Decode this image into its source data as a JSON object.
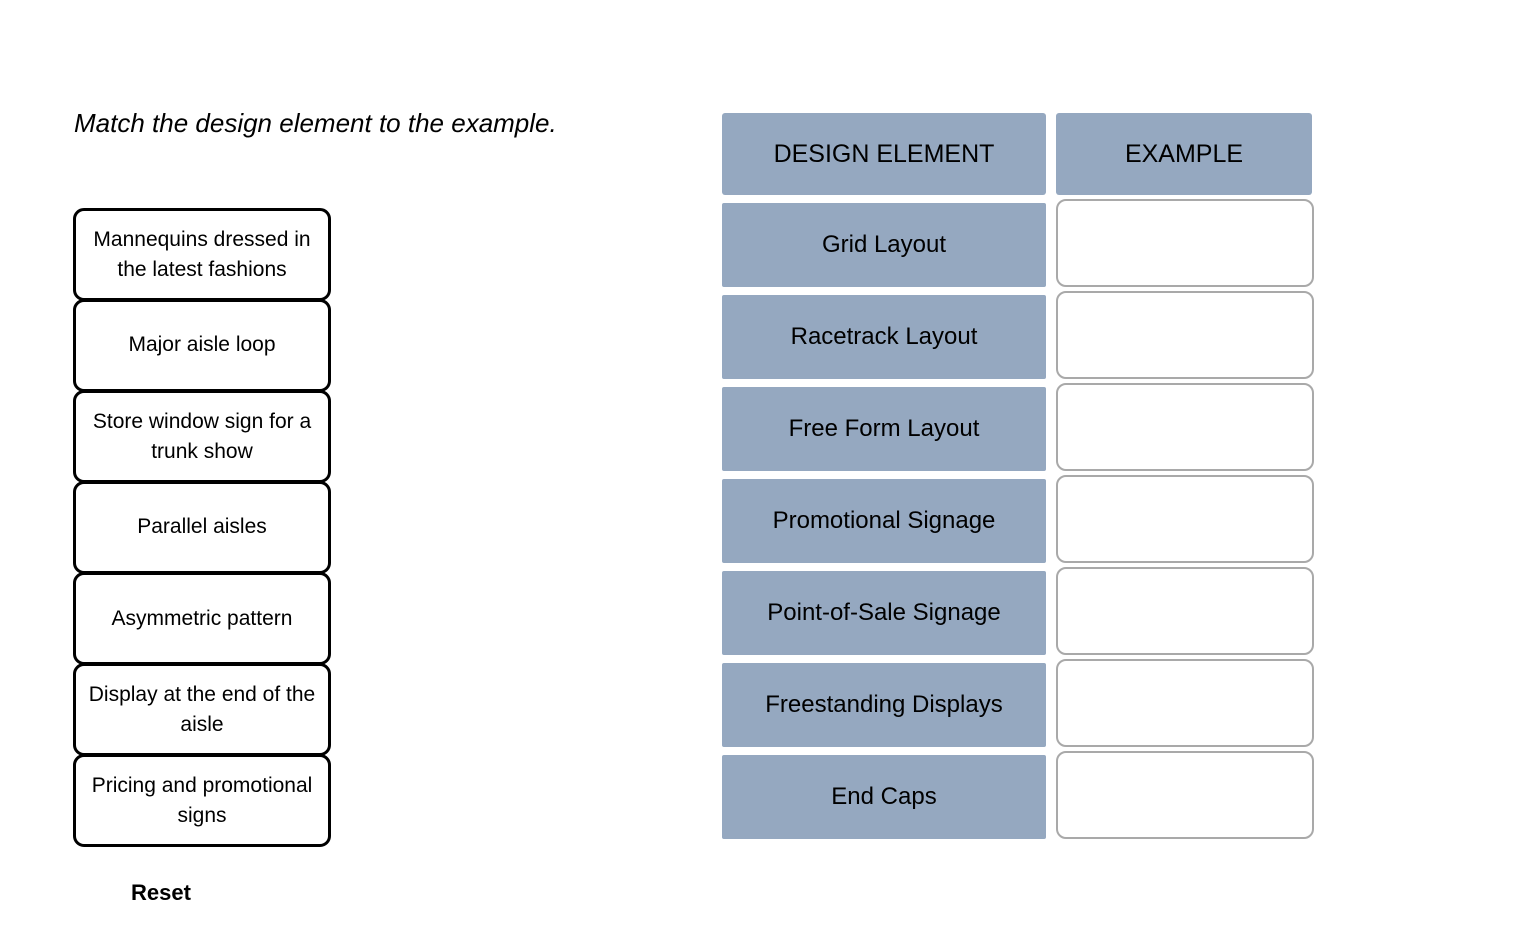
{
  "prompt": {
    "text": "Match the design element to the example."
  },
  "drag_bank": {
    "items": [
      {
        "label": "Mannequins dressed in the latest fashions"
      },
      {
        "label": "Major aisle loop"
      },
      {
        "label": "Store window sign for a trunk show"
      },
      {
        "label": "Parallel aisles"
      },
      {
        "label": "Asymmetric pattern"
      },
      {
        "label": "Display at the end of the aisle"
      },
      {
        "label": "Pricing and promotional signs"
      }
    ],
    "reset_label": "Reset"
  },
  "match_table": {
    "headers": {
      "design_element": "DESIGN ELEMENT",
      "example": "EXAMPLE"
    },
    "rows": [
      {
        "design_element": "Grid Layout",
        "example": ""
      },
      {
        "design_element": "Racetrack Layout",
        "example": ""
      },
      {
        "design_element": "Free Form Layout",
        "example": ""
      },
      {
        "design_element": "Promotional Signage",
        "example": ""
      },
      {
        "design_element": "Point-of-Sale Signage",
        "example": ""
      },
      {
        "design_element": "Freestanding Displays",
        "example": ""
      },
      {
        "design_element": "End Caps",
        "example": ""
      }
    ]
  },
  "colors": {
    "cell_blue": "#95a8c0",
    "drop_border": "#a9a9a9",
    "item_border": "#000000",
    "background": "#ffffff"
  }
}
